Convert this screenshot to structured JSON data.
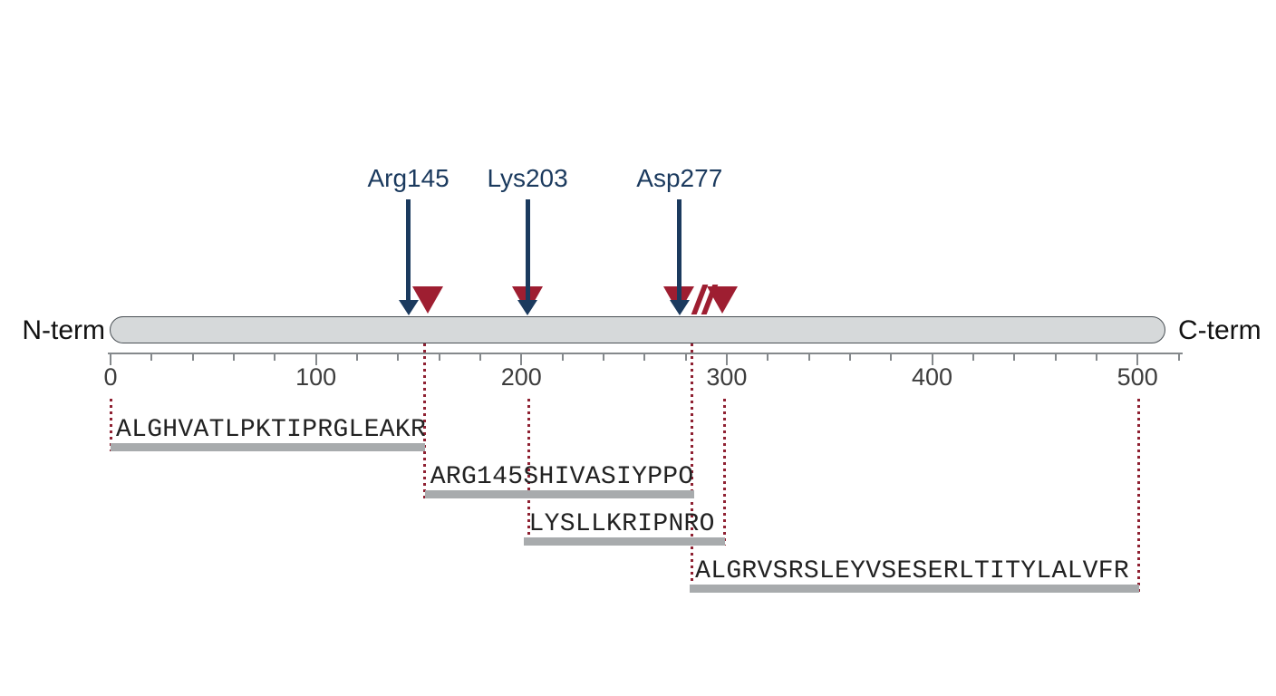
{
  "terminals": {
    "n": "N-term",
    "c": "C-term"
  },
  "mutations": [
    {
      "label": "Arg145",
      "residue": 145
    },
    {
      "label": "Lys203",
      "residue": 203
    },
    {
      "label": "Asp277",
      "residue": 277
    }
  ],
  "site_markers": {
    "triangle_residues": [
      154.5,
      203,
      276.5,
      298
    ],
    "break_mark_residues": [
      286.5,
      291.5
    ]
  },
  "ruler": {
    "min": 0,
    "max": 520,
    "minor_step": 20,
    "major_step": 100,
    "tick_labels": [
      "0",
      "100",
      "200",
      "300",
      "400",
      "500"
    ]
  },
  "peptides": [
    {
      "sequence": "ALGHVATLPKTIPRGLEAKR",
      "start": 0,
      "end": 153
    },
    {
      "sequence": "ARG145SHIVASIYPPO",
      "start": 153,
      "end": 284
    },
    {
      "sequence": "LYSLLKRIPNRO",
      "start": 201,
      "end": 299
    },
    {
      "sequence": "ALGRVSRSLEYVSESERLTITYLALVFR",
      "start": 282,
      "end": 501
    }
  ],
  "leader_lines": [
    {
      "residue": 0,
      "from": "ruler",
      "to_peptide": 0
    },
    {
      "residue": 153,
      "from": "bar",
      "to_peptide": 1
    },
    {
      "residue": 203.5,
      "from": "ruler",
      "to_peptide": 2
    },
    {
      "residue": 283,
      "from": "bar",
      "to_peptide": 3
    },
    {
      "residue": 299,
      "from": "ruler",
      "to_peptide": 2
    },
    {
      "residue": 500.5,
      "from": "ruler",
      "to_peptide": 3
    }
  ],
  "icons": {
    "mutation_pointer": "down-arrow",
    "site_marker": "down-triangle",
    "sequence_break": "double-slash"
  },
  "colors": {
    "annotation_navy": "#1b3a5e",
    "marker_maroon": "#9e1e31",
    "leader_maroon": "#8f2132",
    "bar_fill": "#d6d9da",
    "bar_border": "#4a5055",
    "ruler_gray": "#85898c",
    "tick_label_gray": "#3d3d3d",
    "sequence_black": "#222222",
    "underline_gray": "#a8abad",
    "background": "#ffffff"
  }
}
